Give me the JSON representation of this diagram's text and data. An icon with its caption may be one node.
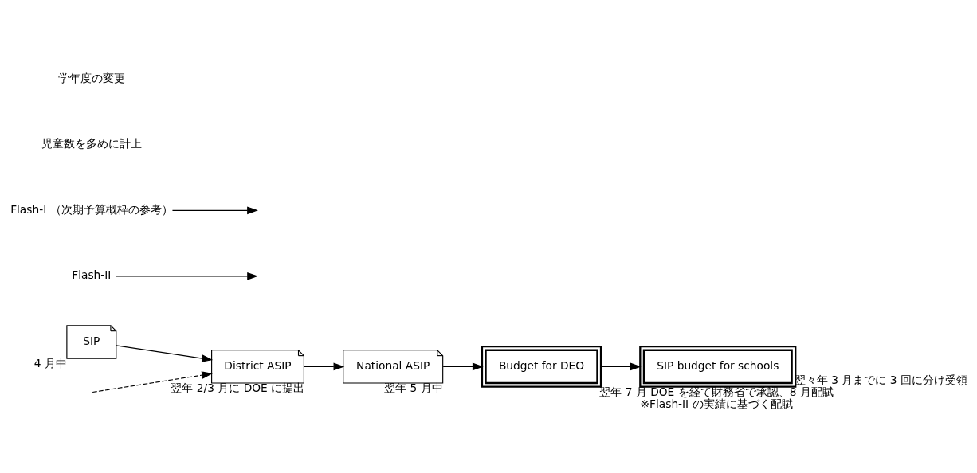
{
  "diagram": {
    "nodes": [
      {
        "text": [
          "SIP"
        ],
        "beside": [
          "4 月中"
        ]
      },
      {
        "text": [
          "District ASIP"
        ],
        "beside": [
          "翌年 2/3 月に DOE に提出"
        ]
      },
      {
        "text": [
          "National ASIP"
        ],
        "beside": [
          "翌年 5 月中"
        ]
      },
      {
        "text": [
          "Budget for DEO"
        ],
        "beside": [
          "翌年 7 月 DOE を経て財務省で承認、8 月配賦",
          "※Flash-II の実績に基づく配賦"
        ]
      },
      {
        "text": [
          "SIP budget for schools"
        ],
        "beside": [
          "翌々年 3 月までに 3 回に分け受領"
        ]
      },
      {
        "text": [
          "Flash-II"
        ]
      },
      {
        "text": [
          "Flash-I （次期予算概枠の参考）"
        ]
      }
    ],
    "edges": [
      {
        "from": 0,
        "to": 1,
        "arrow": "to"
      },
      {
        "from": null,
        "to": 1,
        "arrow": "to",
        "style": "dashed"
      },
      {
        "from": 1,
        "to": 2,
        "arrow": "to"
      },
      {
        "from": 5,
        "to": null,
        "arrow": "to"
      },
      {
        "from": 2,
        "to": 3,
        "arrow": "to"
      },
      {
        "from": 6,
        "to": null,
        "arrow": "to"
      },
      {
        "from": 3,
        "to": 4,
        "arrow": "to"
      }
    ],
    "labels": [
      "児童数を多めに計上",
      "学年度の変更"
    ]
  }
}
